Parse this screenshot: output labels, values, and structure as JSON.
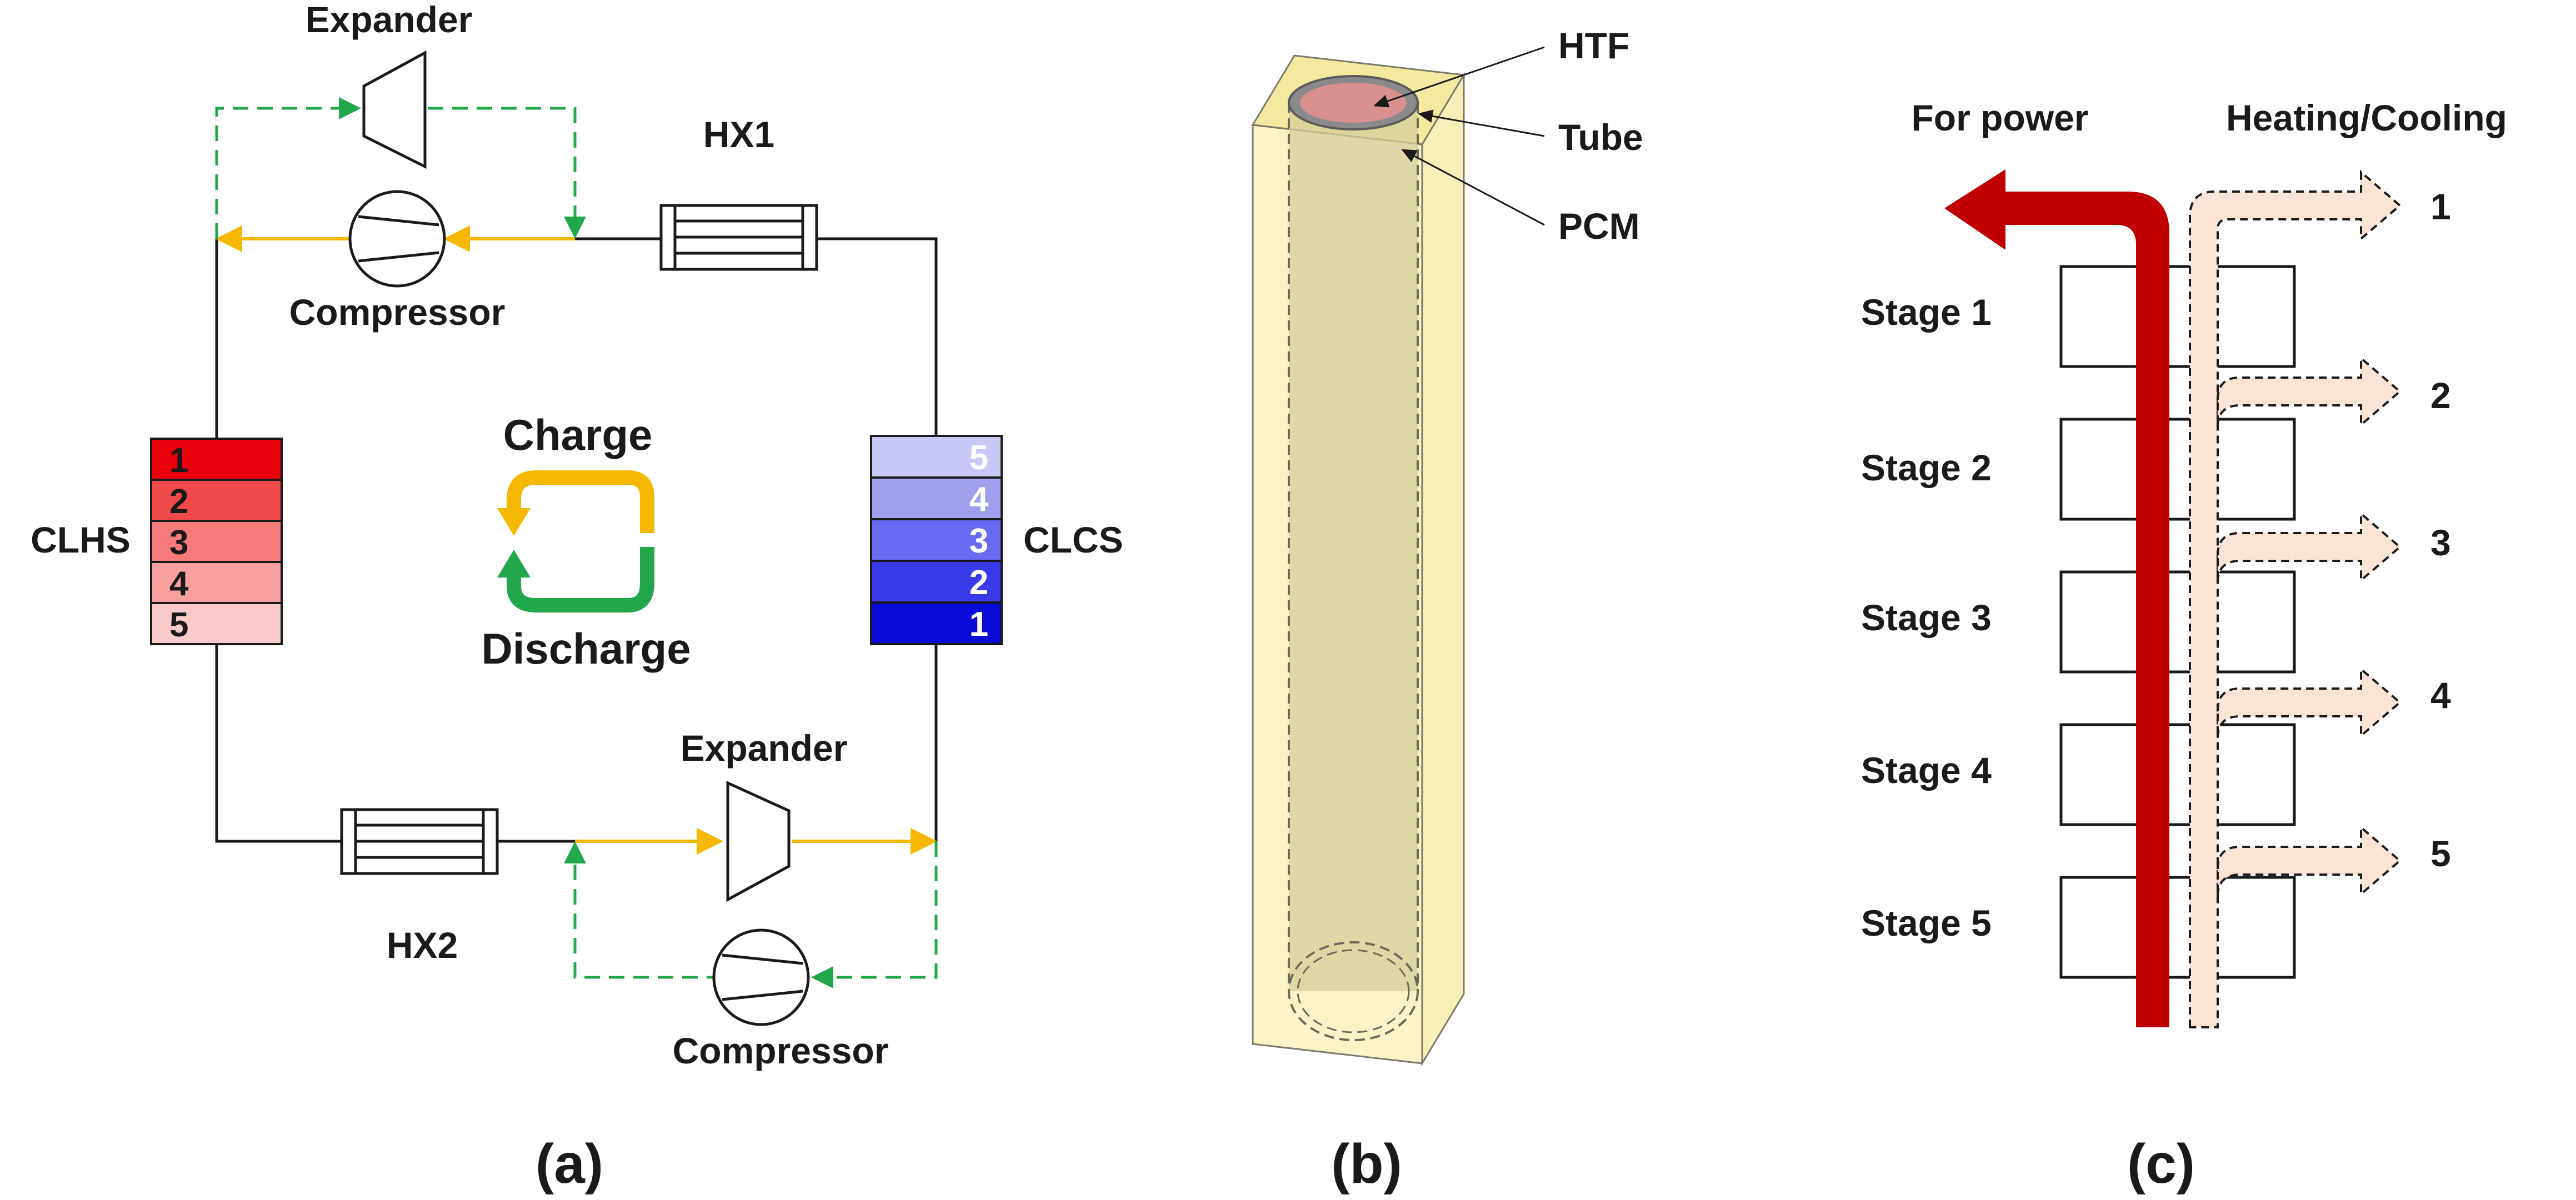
{
  "panel_a": {
    "expander_top": "Expander",
    "hx1": "HX1",
    "compressor_top": "Compressor",
    "clhs": "CLHS",
    "clhs_segments": [
      "1",
      "2",
      "3",
      "4",
      "5"
    ],
    "charge": "Charge",
    "discharge": "Discharge",
    "clcs": "CLCS",
    "clcs_segments": [
      "5",
      "4",
      "3",
      "2",
      "1"
    ],
    "expander_bottom": "Expander",
    "hx2": "HX2",
    "compressor_bottom": "Compressor",
    "caption": "(a)"
  },
  "panel_b": {
    "htf": "HTF",
    "tube": "Tube",
    "pcm": "PCM",
    "caption": "(b)"
  },
  "panel_c": {
    "for_power": "For power",
    "heating_cooling": "Heating/Cooling",
    "stages": [
      "Stage 1",
      "Stage 2",
      "Stage 3",
      "Stage 4",
      "Stage 5"
    ],
    "outputs": [
      "1",
      "2",
      "3",
      "4",
      "5"
    ],
    "caption": "(c)"
  },
  "colors": {
    "charge_line": "#f5b800",
    "discharge_line": "#22a84a",
    "clhs": [
      "#e8000b",
      "#f04a4a",
      "#f57a7a",
      "#f8a0a0",
      "#fbcaca"
    ],
    "clcs": [
      "#c8c8f8",
      "#a0a0ee",
      "#6a6af2",
      "#3a3ae8",
      "#0a0ad6"
    ],
    "power_arrow": "#c00000",
    "heat_arrow": "#fbe3d6",
    "pcm_fill": "#f8f0b8"
  }
}
